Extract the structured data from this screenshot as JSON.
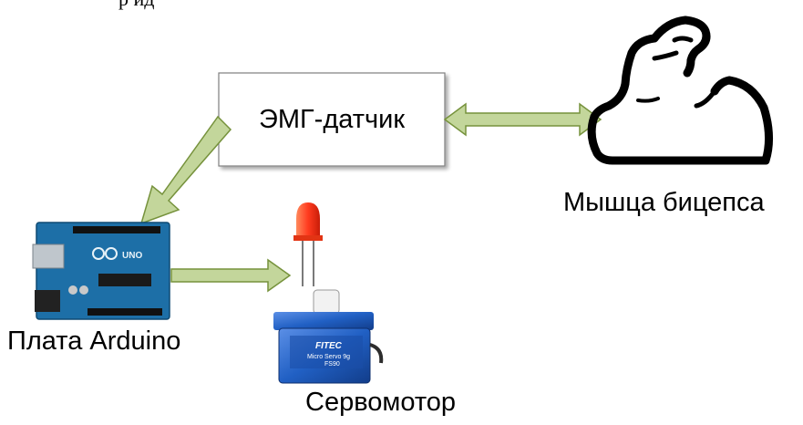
{
  "top_text": "р ид",
  "nodes": {
    "sensor": {
      "label": "ЭМГ-датчик"
    },
    "biceps": {
      "label": "Мышца бицепса",
      "icon": "flexed-biceps-icon"
    },
    "arduino": {
      "label": "Плата Arduino",
      "icon": "arduino-board-icon"
    },
    "led": {
      "icon": "red-led-icon"
    },
    "servo": {
      "label": "Сервомотор",
      "icon": "servo-motor-icon"
    }
  },
  "servo_brand": "FITEC",
  "servo_model_line1": "Micro Servo 9g",
  "servo_model_line2": "FS90",
  "arduino_logo": "UNO",
  "colors": {
    "arrow_fill": "#c3d69b",
    "arrow_stroke": "#76923c",
    "board": "#1d6fa7",
    "servo": "#2160c4",
    "led": "#ff3b1f"
  }
}
